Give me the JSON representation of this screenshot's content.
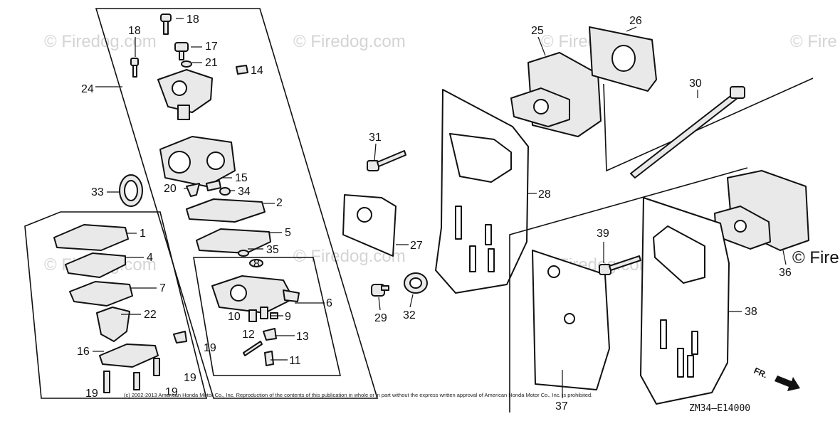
{
  "watermark": "© Firedog.com",
  "watermark_right": "© Fire",
  "copyright": "(c) 2002-2013 American Honda Motor Co., Inc. Reproduction of the contents of this publication in whole or in part without the express written approval of American Honda Motor Co., Inc. is prohibited.",
  "diagram_code": "ZM34—E14000",
  "direction_label": "FR.",
  "callouts": [
    "1",
    "2",
    "4",
    "5",
    "6",
    "7",
    "8",
    "9",
    "10",
    "11",
    "12",
    "13",
    "14",
    "15",
    "16",
    "17",
    "18",
    "19",
    "20",
    "21",
    "22",
    "24",
    "25",
    "26",
    "27",
    "28",
    "29",
    "30",
    "31",
    "32",
    "33",
    "34",
    "35",
    "36",
    "37",
    "38",
    "39"
  ]
}
